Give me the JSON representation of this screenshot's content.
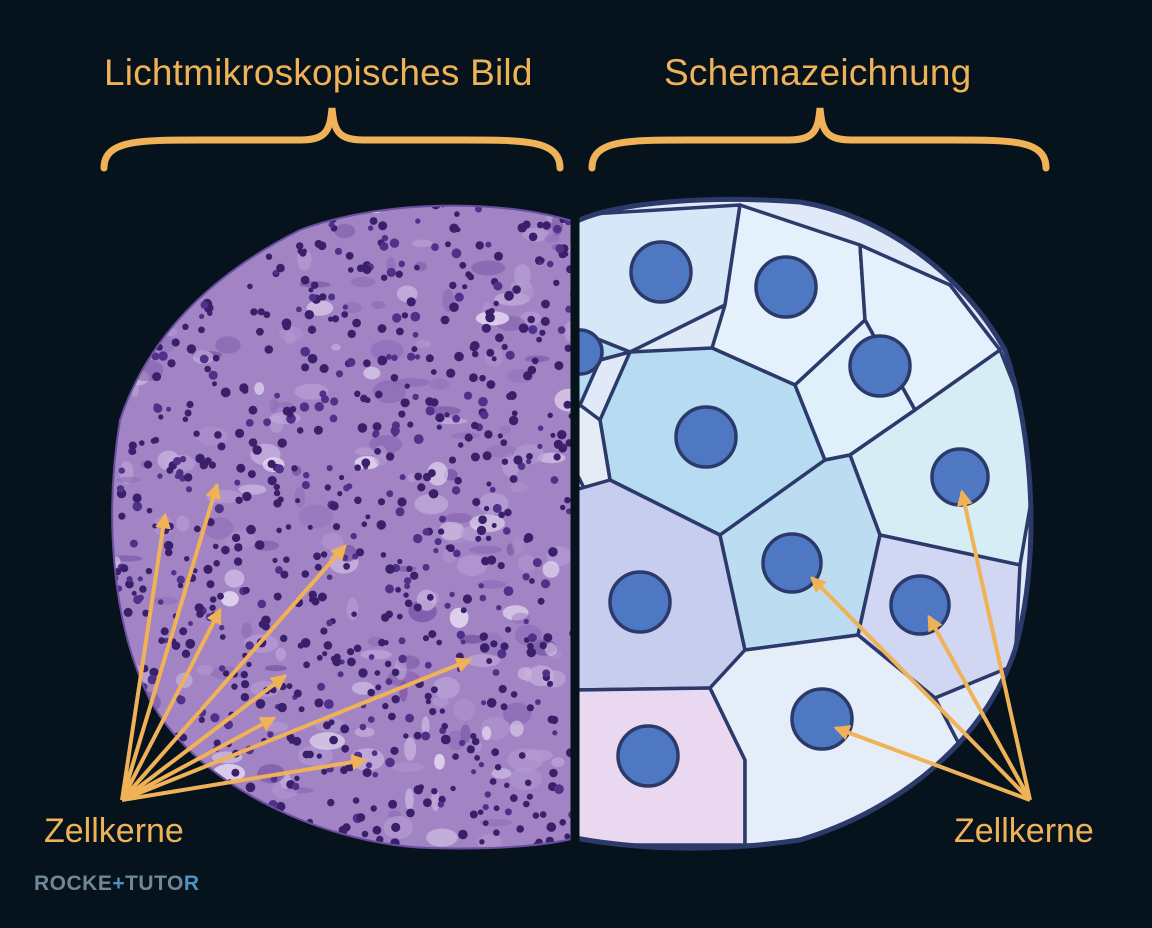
{
  "headings": {
    "left": "Lichtmikroskopisches Bild",
    "right": "Schemazeichnung"
  },
  "labels": {
    "left": "Zellkerne",
    "right": "Zellkerne"
  },
  "logo": {
    "part1": "ROCKE",
    "plus": "+",
    "part2": "TUTO",
    "r": "R"
  },
  "colors": {
    "background": "#06121c",
    "accent": "#f0b257",
    "stain_tissue": "#a283c4",
    "stain_nucleus": "#3a1f6b",
    "cell_border": "#2c3a6b",
    "nucleus_fill": "#4e79c2"
  }
}
